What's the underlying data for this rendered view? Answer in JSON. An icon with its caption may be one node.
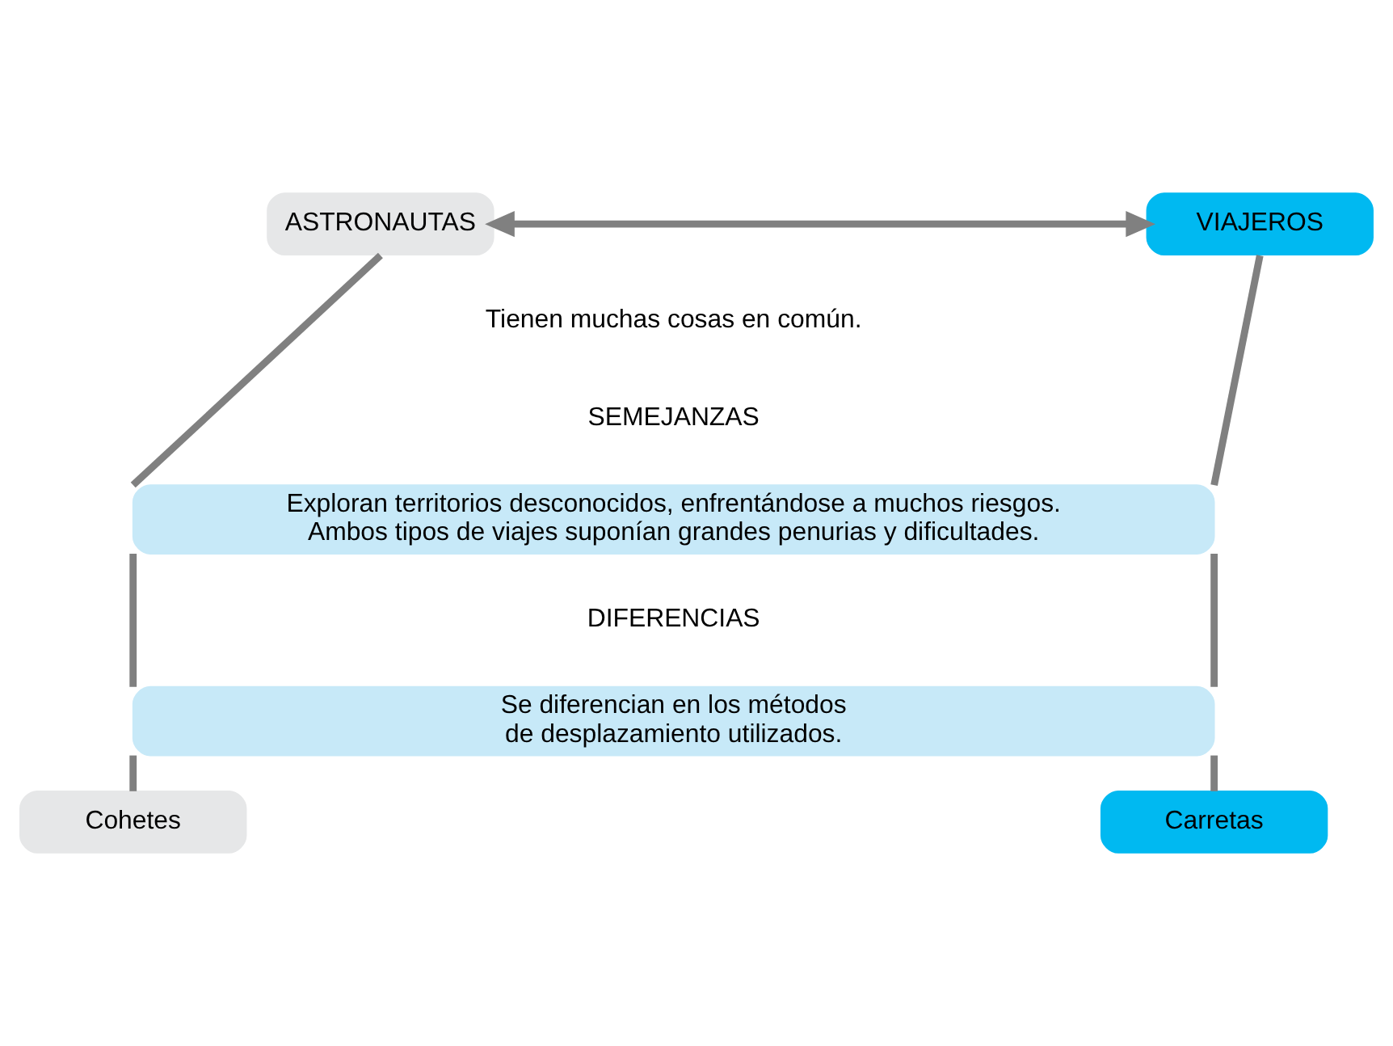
{
  "diagram": {
    "nodes": [
      {
        "text": [
          "ASTRONAUTAS"
        ]
      },
      {
        "text": [
          "VIAJEROS"
        ]
      },
      {
        "text": [
          "Exploran territorios desconocidos, enfrentándose a muchos riesgos. Ambos tipos de viajes suponían grandes penurias y dificultades."
        ]
      },
      {
        "text": [
          "Se diferencian en los métodos de desplazamiento utilizados."
        ]
      },
      {
        "text": [
          "Cohetes"
        ]
      },
      {
        "text": [
          "Carretas"
        ]
      }
    ],
    "edges": [
      {
        "from": 0,
        "to": 1,
        "arrow": "both"
      },
      {
        "from": 0,
        "to": 2,
        "arrow": "none"
      },
      {
        "from": 1,
        "to": 2,
        "arrow": "none"
      },
      {
        "from": 2,
        "to": 3,
        "arrow": "none"
      },
      {
        "from": 2,
        "to": 3,
        "arrow": "none"
      },
      {
        "from": 3,
        "to": 4,
        "arrow": "none"
      },
      {
        "from": 3,
        "to": 5,
        "arrow": "none"
      }
    ],
    "labels": [
      "Tienen muchas cosas en común.",
      "SEMEJANZAS",
      "DIFERENCIAS"
    ]
  }
}
